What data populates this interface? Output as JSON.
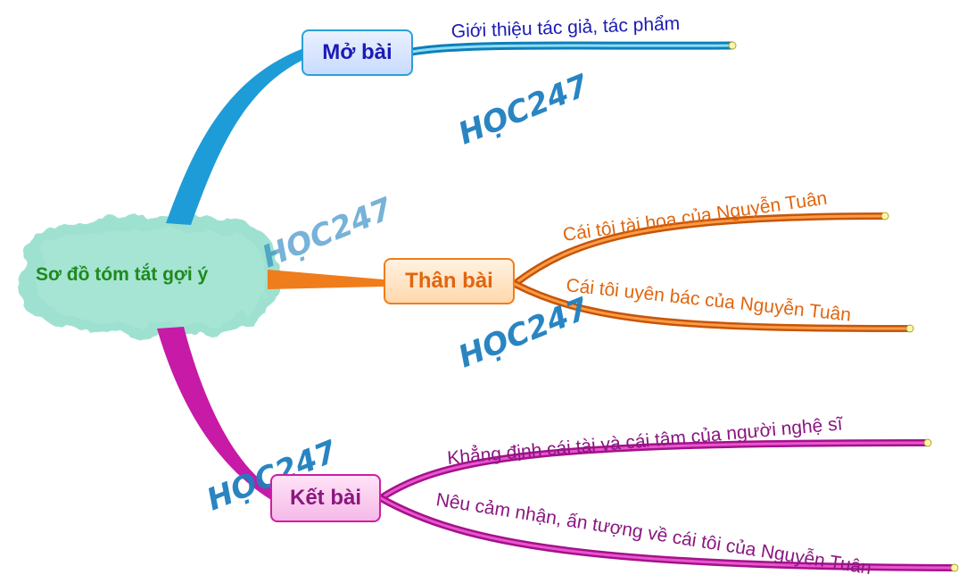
{
  "root": {
    "label": "Sơ đồ tóm tắt gợi ý",
    "color": "#1e8a1e"
  },
  "branches": {
    "mo_bai": {
      "label": "Mở bài",
      "color": "#1e9cd7",
      "leaves": [
        "Giới thiệu tác giả, tác phẩm"
      ]
    },
    "than_bai": {
      "label": "Thân bài",
      "color": "#f07d1b",
      "leaves": [
        "Cái tôi tài hoa của Nguyễn Tuân",
        "Cái tôi uyên bác của Nguyễn Tuân"
      ]
    },
    "ket_bai": {
      "label": "Kết bài",
      "color": "#c71aa6",
      "leaves": [
        "Khẳng định cái tài và cái tâm của người nghệ sĩ",
        "Nêu cảm nhận, ấn tượng về cái tôi của Nguyễn Tuân"
      ]
    }
  },
  "watermark": {
    "text": "HỌC247",
    "color": "#1e7fbf"
  }
}
